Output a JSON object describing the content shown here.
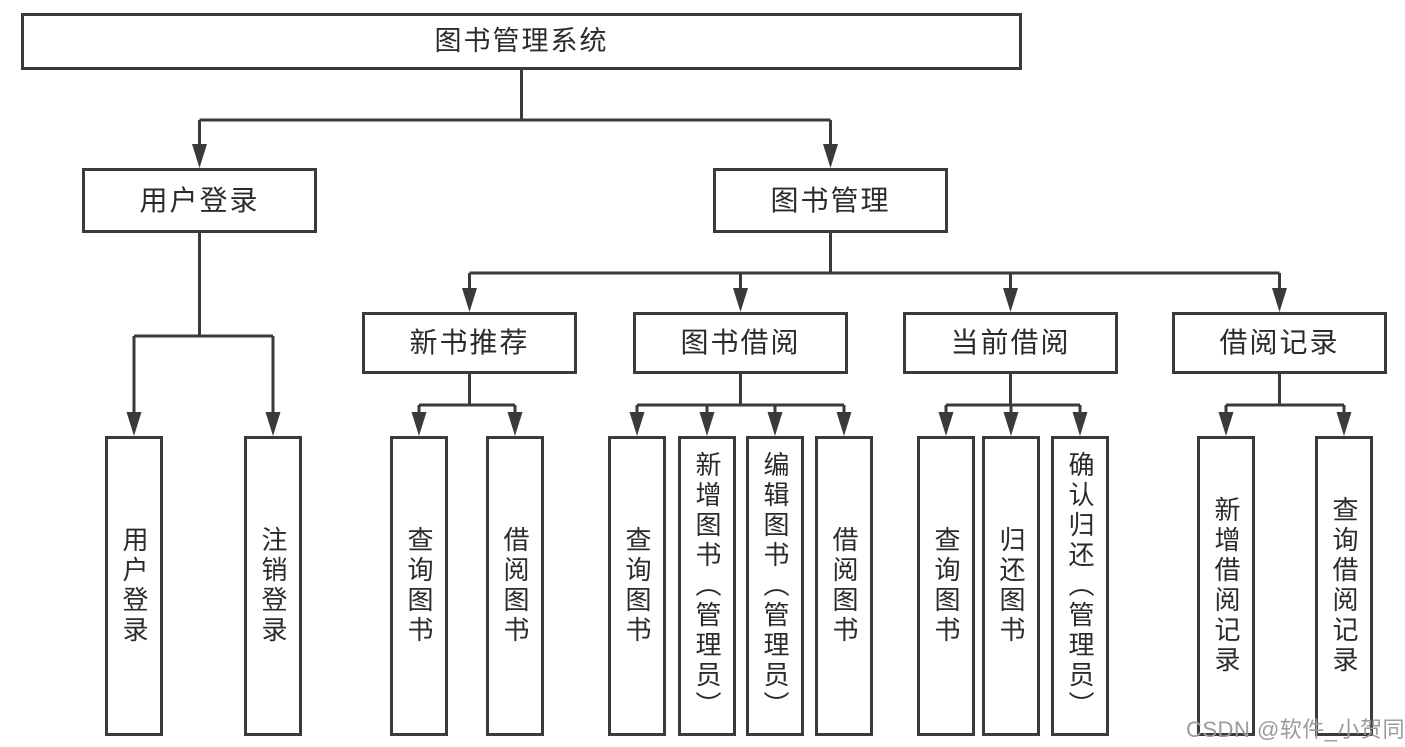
{
  "colors": {
    "line": "#3a3a3a",
    "ink": "#2b2b2b",
    "canvas": "#ffffff",
    "watermark": "#9b9b9b"
  },
  "watermark": {
    "text": "CSDN @软件_小贺同学"
  },
  "tree": {
    "root": {
      "label": "图书管理系统"
    },
    "branches": [
      {
        "label": "用户登录",
        "children": [
          {
            "label": "用户登录"
          },
          {
            "label": "注销登录"
          }
        ]
      },
      {
        "label": "图书管理",
        "sections": [
          {
            "label": "新书推荐",
            "children": [
              {
                "label": "查询图书"
              },
              {
                "label": "借阅图书"
              }
            ]
          },
          {
            "label": "图书借阅",
            "children": [
              {
                "label": "查询图书"
              },
              {
                "label": "新增图书（管理员）"
              },
              {
                "label": "编辑图书（管理员）"
              },
              {
                "label": "借阅图书"
              }
            ]
          },
          {
            "label": "当前借阅",
            "children": [
              {
                "label": "查询图书"
              },
              {
                "label": "归还图书"
              },
              {
                "label": "确认归还（管理员）"
              }
            ]
          },
          {
            "label": "借阅记录",
            "children": [
              {
                "label": "新增借阅记录"
              },
              {
                "label": "查询借阅记录"
              }
            ]
          }
        ]
      }
    ]
  }
}
